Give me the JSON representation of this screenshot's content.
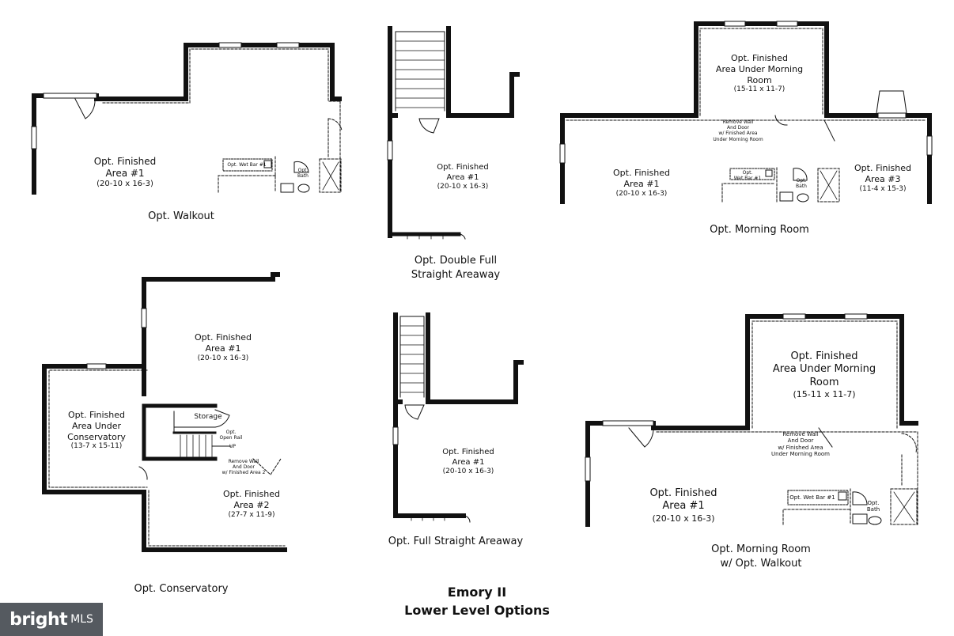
{
  "title": {
    "line1": "Emory II",
    "line2": "Lower Level Options"
  },
  "logo": {
    "word": "bright",
    "suffix": "MLS"
  },
  "plans": {
    "walkout": {
      "caption": "Opt. Walkout",
      "area1": {
        "l1": "Opt. Finished",
        "l2": "Area #1",
        "dim": "(20-10 x 16-3)"
      },
      "wetbar": "Opt. Wet Bar #1",
      "bath": {
        "l1": "Opt.",
        "l2": "Bath"
      }
    },
    "double_areaway": {
      "caption": {
        "l1": "Opt. Double Full",
        "l2": "Straight Areaway"
      },
      "area1": {
        "l1": "Opt. Finished",
        "l2": "Area #1",
        "dim": "(20-10 x 16-3)"
      }
    },
    "morning_room": {
      "caption": "Opt. Morning Room",
      "area_under": {
        "l1": "Opt. Finished",
        "l2": "Area Under Morning",
        "l3": "Room",
        "dim": "(15-11 x 11-7)"
      },
      "remove_wall": {
        "l1": "Remove Wall",
        "l2": "And Door",
        "l3": "w/ Finished Area",
        "l4": "Under Morning Room"
      },
      "area1": {
        "l1": "Opt. Finished",
        "l2": "Area #1",
        "dim": "(20-10 x 16-3)"
      },
      "area3": {
        "l1": "Opt. Finished",
        "l2": "Area #3",
        "dim": "(11-4 x 15-3)"
      },
      "wetbar": {
        "l1": "Opt.",
        "l2": "Wet Bar #1"
      },
      "bath": {
        "l1": "Opt.",
        "l2": "Bath"
      }
    },
    "conservatory": {
      "caption": "Opt. Conservatory",
      "area1": {
        "l1": "Opt. Finished",
        "l2": "Area #1",
        "dim": "(20-10 x 16-3)"
      },
      "area_under": {
        "l1": "Opt. Finished",
        "l2": "Area Under",
        "l3": "Conservatory",
        "dim": "(13-7 x 15-11)"
      },
      "storage": "Storage",
      "open_rail": {
        "l1": "Opt.",
        "l2": "Open Rail"
      },
      "up": "UP",
      "remove_wall": {
        "l1": "Remove Wall",
        "l2": "And Door",
        "l3": "w/ Finished Area 2"
      },
      "area2": {
        "l1": "Opt. Finished",
        "l2": "Area #2",
        "dim": "(27-7 x 11-9)"
      }
    },
    "full_areaway": {
      "caption": "Opt. Full Straight Areaway",
      "area1": {
        "l1": "Opt. Finished",
        "l2": "Area #1",
        "dim": "(20-10 x 16-3)"
      }
    },
    "morning_walkout": {
      "caption": {
        "l1": "Opt. Morning Room",
        "l2": "w/ Opt. Walkout"
      },
      "area_under": {
        "l1": "Opt. Finished",
        "l2": "Area Under Morning",
        "l3": "Room",
        "dim": "(15-11 x 11-7)"
      },
      "remove_wall": {
        "l1": "Remove Wall",
        "l2": "And Door",
        "l3": "w/ Finished Area",
        "l4": "Under Morning Room"
      },
      "area1": {
        "l1": "Opt. Finished",
        "l2": "Area #1",
        "dim": "(20-10 x 16-3)"
      },
      "wetbar": "Opt. Wet Bar #1",
      "bath": {
        "l1": "Opt.",
        "l2": "Bath"
      }
    }
  }
}
